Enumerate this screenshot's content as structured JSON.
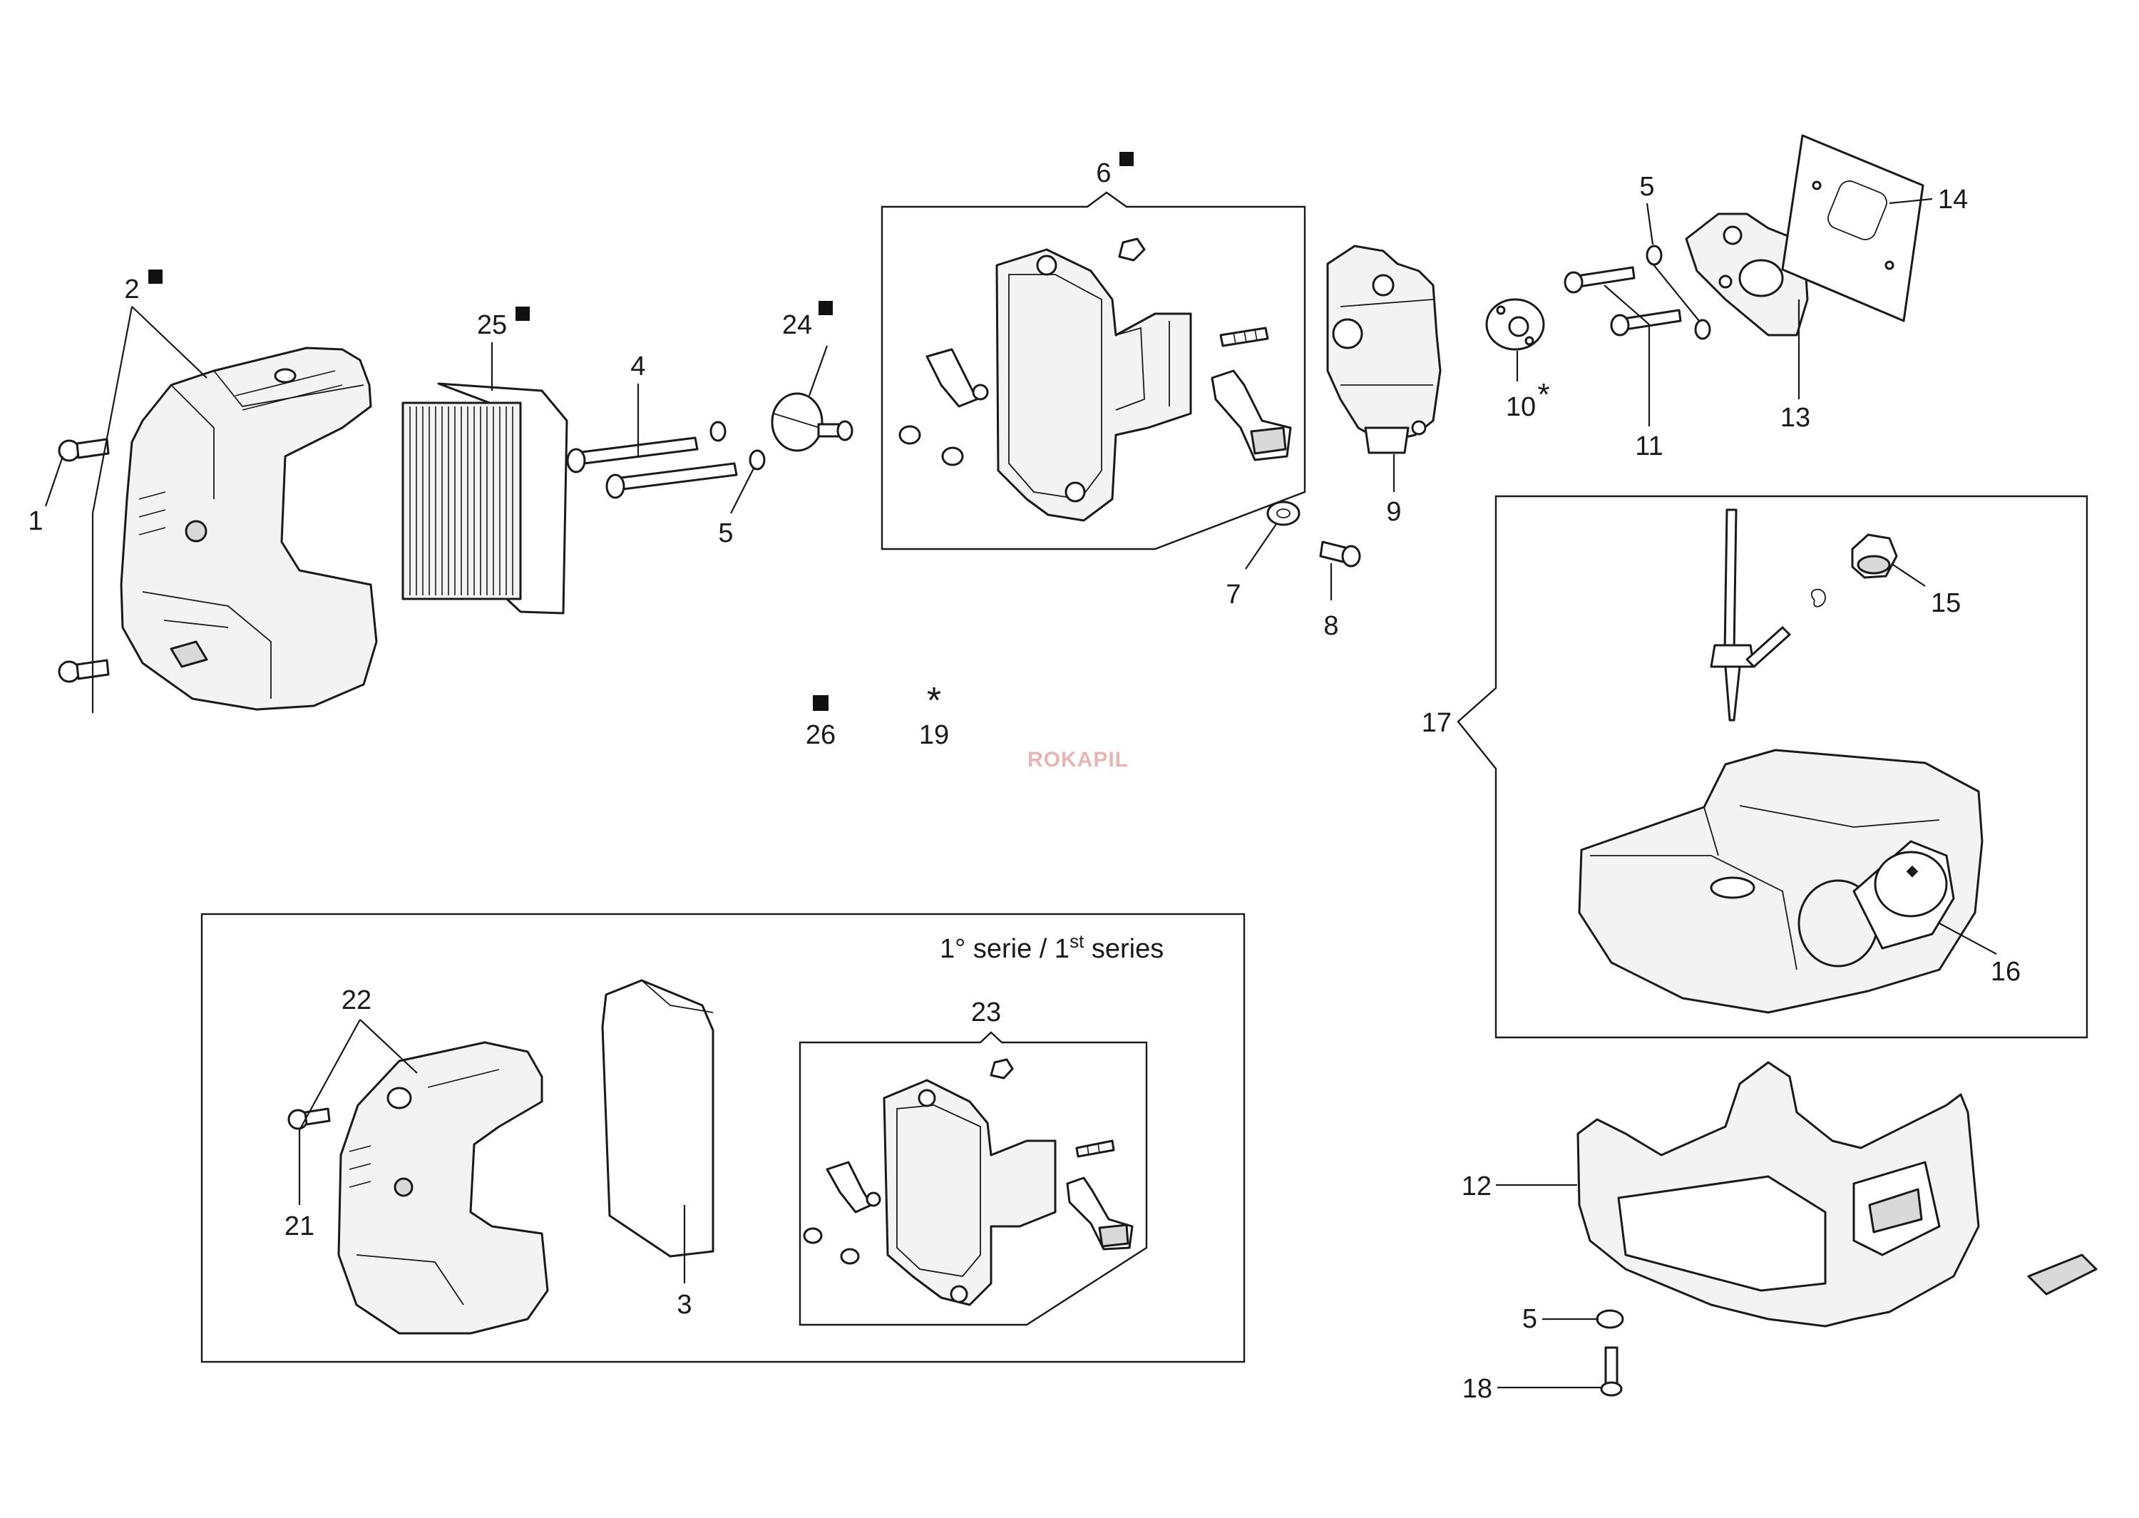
{
  "labels": {
    "l1": "1",
    "l2": "2",
    "l3": "3",
    "l4": "4",
    "l5a": "5",
    "l5b": "5",
    "l5c": "5",
    "l6": "6",
    "l7": "7",
    "l8": "8",
    "l9": "9",
    "l10": "10",
    "l11": "11",
    "l12": "12",
    "l13": "13",
    "l14": "14",
    "l15": "15",
    "l16": "16",
    "l17": "17",
    "l18": "18",
    "l19": "19",
    "l21": "21",
    "l22": "22",
    "l23": "23",
    "l24": "24",
    "l25": "25",
    "l26": "26"
  },
  "legend": {
    "square_symbol_number": "26",
    "asterisk_symbol": "*",
    "asterisk_symbol_number": "19"
  },
  "series_box": {
    "prefix": "1° serie / 1",
    "superscript": "st",
    "suffix": " series"
  },
  "watermark": "ROKAPIL",
  "colors": {
    "line": "#1a1a1a",
    "part_fill": "#f3f3f3",
    "watermark": "#e8b5b5"
  }
}
